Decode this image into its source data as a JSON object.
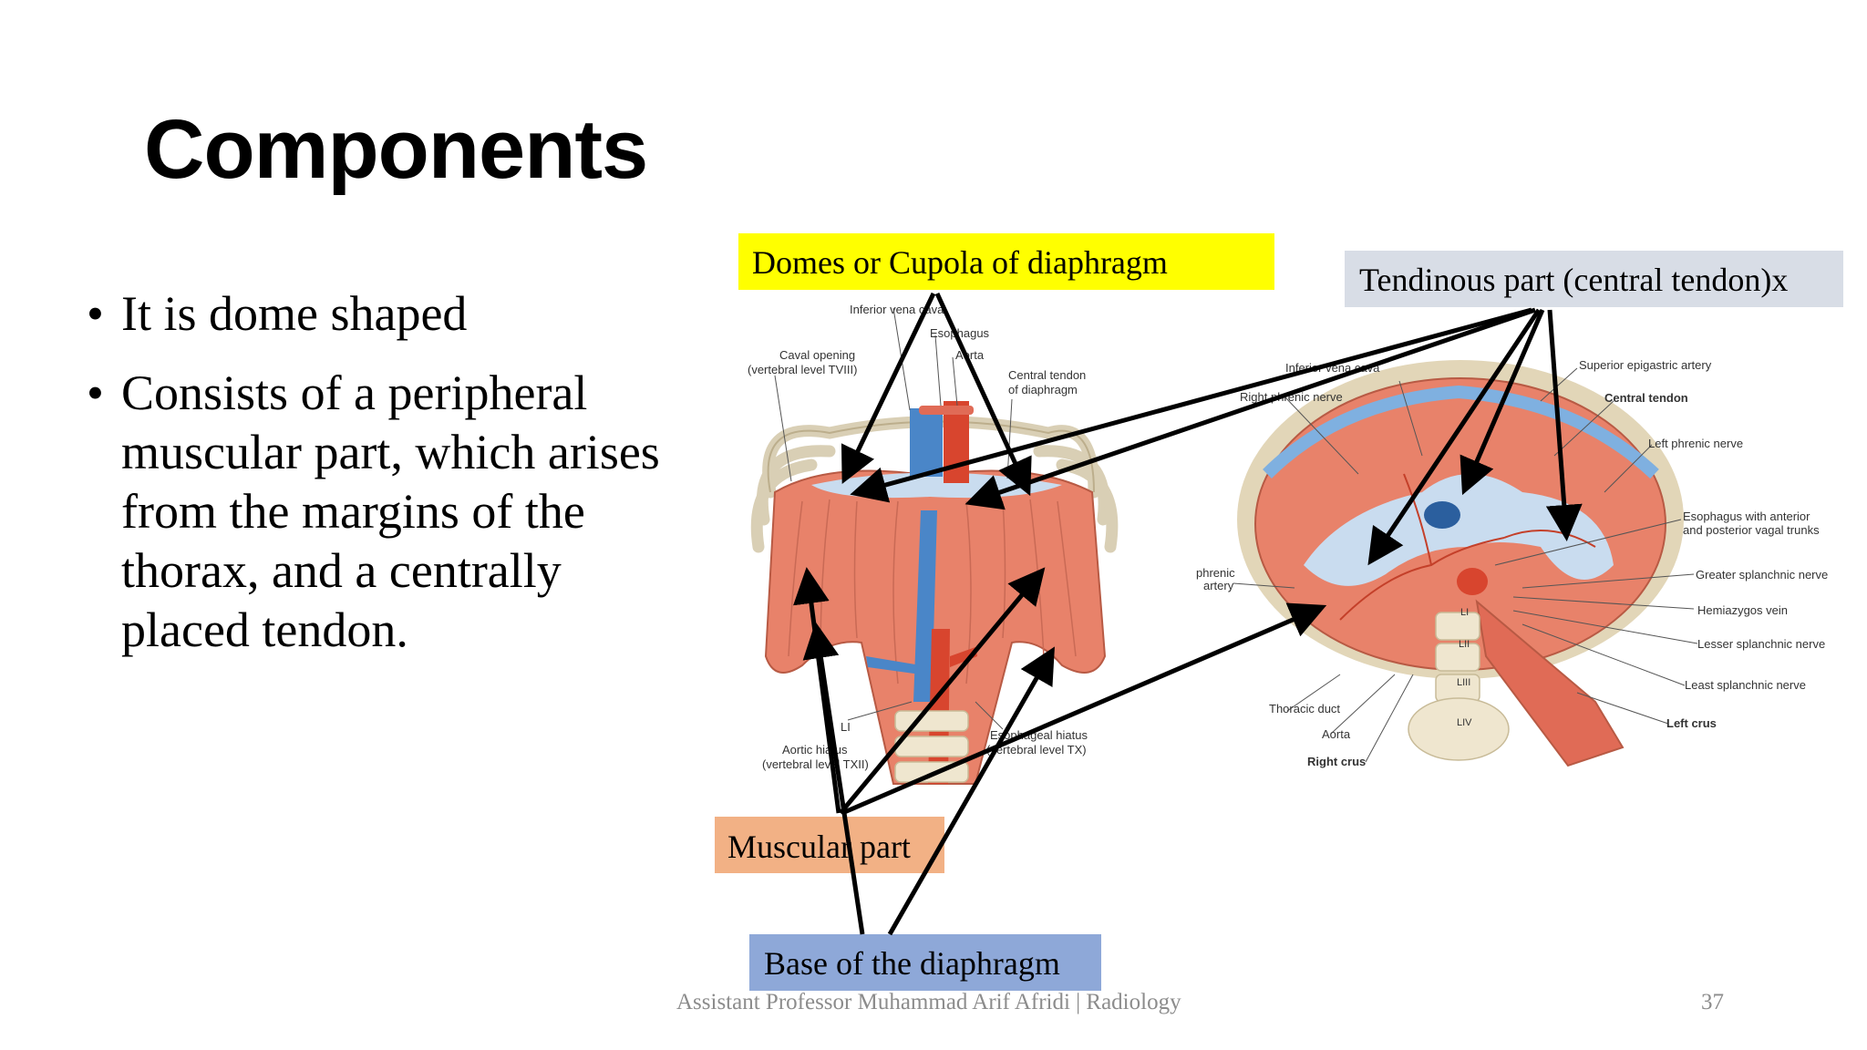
{
  "slide": {
    "title": "Components",
    "bullets": [
      "It is dome shaped",
      "Consists of a peripheral muscular part, which arises from the margins of the thorax, and a centrally placed tendon."
    ],
    "bullet_glyph": "•",
    "labels": {
      "domes": "Domes or Cupola of diaphragm",
      "tendinous": "Tendinous part (central tendon)x",
      "muscular": "Muscular part",
      "base": "Base of the diaphragm"
    },
    "footer": "Assistant Professor Muhammad Arif Afridi | Radiology",
    "page_number": "37"
  },
  "figure_left": {
    "labels": {
      "ivc": "Inferior vena cava",
      "esophagus": "Esophagus",
      "aorta": "Aorta",
      "caval_opening_1": "Caval opening",
      "caval_opening_2": "(vertebral level TVIII)",
      "central_tendon_1": "Central tendon",
      "central_tendon_2": "of diaphragm",
      "li": "LI",
      "aortic_hiatus_1": "Aortic hiatus",
      "aortic_hiatus_2": "(vertebral level TXII)",
      "esoph_hiatus_1": "Esophageal hiatus",
      "esoph_hiatus_2": "(vertebral level TX)"
    }
  },
  "figure_right": {
    "labels": {
      "ivc": "Inferior vena cava",
      "right_phrenic": "Right phrenic nerve",
      "sup_epigastric": "Superior epigastric artery",
      "central_tendon": "Central tendon",
      "left_phrenic": "Left phrenic nerve",
      "esophagus_1": "Esophagus with anterior",
      "esophagus_2": "and posterior vagal trunks",
      "greater_splanchnic": "Greater splanchnic nerve",
      "hemiazygos": "Hemiazygos vein",
      "lesser_splanchnic": "Lesser splanchnic nerve",
      "least_splanchnic": "Least splanchnic nerve",
      "left_crus": "Left crus",
      "phrenic_1": "phrenic",
      "phrenic_2": "artery",
      "thoracic_duct": "Thoracic duct",
      "aorta": "Aorta",
      "right_crus": "Right crus",
      "li": "LI",
      "lii": "LII",
      "liii": "LIII",
      "liv": "LIV"
    }
  },
  "colors": {
    "domes_box": "#ffff00",
    "tendon_box": "#d8dde6",
    "muscular_box": "#f2b185",
    "base_box": "#8ea8d8",
    "muscle": "#e8826a",
    "tendon": "#c9dcef",
    "vein": "#4a86c8",
    "artery": "#d8452e",
    "bone": "#efe6cf"
  }
}
